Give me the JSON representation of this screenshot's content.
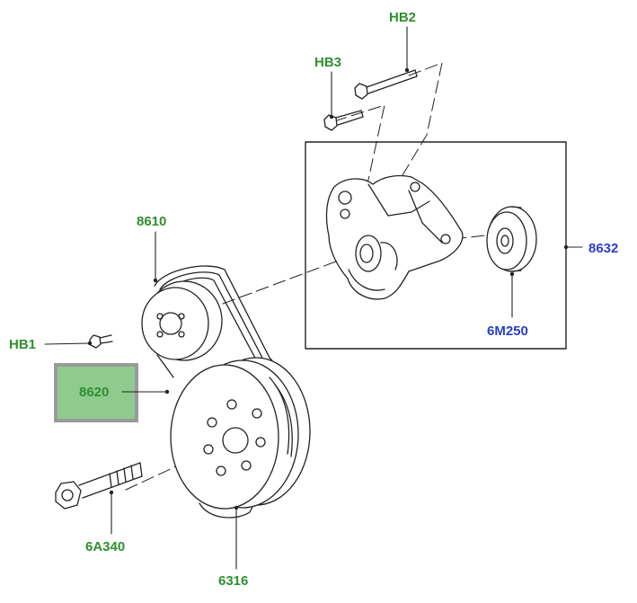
{
  "callouts": {
    "hb2": "HB2",
    "hb3": "HB3",
    "p8610": "8610",
    "hb1": "HB1",
    "p8620": "8620",
    "p8632": "8632",
    "p6m250": "6M250",
    "p6a340": "6A340",
    "p6316": "6316"
  },
  "highlighted_part": "8620",
  "colors": {
    "part_label": "#2f8f2f",
    "assembly_label": "#2a3fc8",
    "highlight_fill": "#8fcb8f",
    "highlight_border": "#9a9a9a",
    "line_art": "#222222"
  }
}
